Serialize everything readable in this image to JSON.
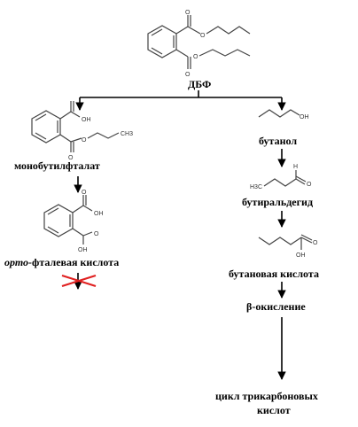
{
  "diagram": {
    "top_label": "ДБФ",
    "left": {
      "step1": "монобутилфталат",
      "step2_italic": "орто-",
      "step2_rest": "фталевая кислота"
    },
    "right": {
      "step1": "бутанол",
      "step2": "бутиральдегид",
      "step3": "бутановая кислота",
      "step4": "β-окисление",
      "step5_line1": "цикл трикарбоновых",
      "step5_line2": "кислот"
    },
    "atoms": {
      "o": "O",
      "oh": "OH",
      "ch3": "CH3",
      "h3c": "H3C",
      "h": "H"
    },
    "colors": {
      "block_cross": "#e02020"
    }
  }
}
